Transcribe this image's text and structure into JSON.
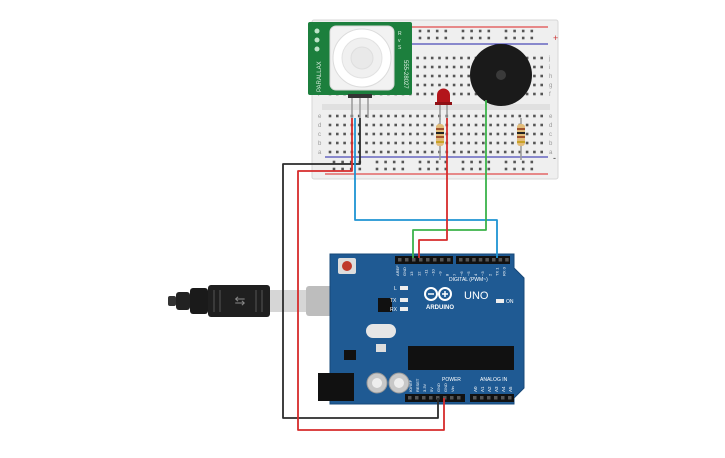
{
  "board": {
    "brand": "ARDUINO",
    "model": "UNO",
    "digital_label": "DIGITAL (PWM~)",
    "power_label": "POWER",
    "analog_label": "ANALOG IN",
    "on_label": "ON",
    "led_l": "L",
    "tx": "TX",
    "rx": "RX",
    "top_pins": [
      "AREF",
      "GND",
      "13",
      "12",
      "~11",
      "~10",
      "~9",
      "8",
      "7",
      "~6",
      "~5",
      "4",
      "~3",
      "2",
      "TX 1",
      "RX 0"
    ],
    "power_pins": [
      "IOREF",
      "RESET",
      "3.3V",
      "5V",
      "GND",
      "GND",
      "Vin"
    ],
    "analog_pins": [
      "A0",
      "A1",
      "A2",
      "A3",
      "A4",
      "A5"
    ]
  },
  "sensor": {
    "left_text": "PARALLAX",
    "right_text": "555-28027",
    "pin_labels": "R\nv\nS"
  },
  "breadboard": {
    "row_letters_top": [
      "j",
      "i",
      "h",
      "g",
      "f"
    ],
    "row_letters_bottom": [
      "e",
      "d",
      "c",
      "b",
      "a"
    ],
    "plus": "+",
    "minus": "-"
  },
  "colors": {
    "board_blue": "#1f5a93",
    "sensor_green": "#1c7f3d",
    "wire_red": "#d62b2b",
    "wire_black": "#2b2b2b",
    "wire_blue": "#1f94d3",
    "wire_green": "#3bb34a",
    "led_red": "#b3151b"
  }
}
